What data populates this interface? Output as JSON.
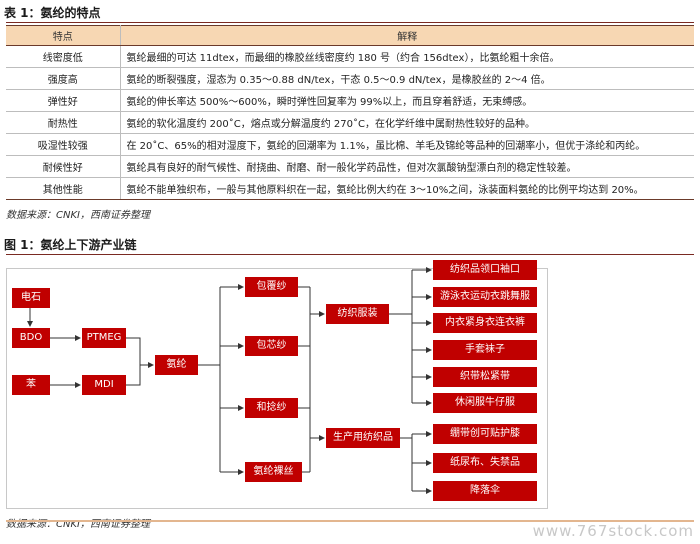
{
  "table": {
    "caption": "表 1：氨纶的特点",
    "headers": [
      "特点",
      "解释"
    ],
    "rows": [
      {
        "k": "线密度低",
        "v": "氨纶最细的可达 11dtex，而最细的橡胶丝线密度约 180 号（约合 156dtex），比氨纶粗十余倍。"
      },
      {
        "k": "强度高",
        "v": "氨纶的断裂强度，湿态为 0.35～0.88 dN/tex，干态 0.5～0.9 dN/tex，是橡胶丝的  2～4 倍。"
      },
      {
        "k": "弹性好",
        "v": "氨纶的伸长率达  500%～600%，瞬时弹性回复率为 99%以上，而且穿着舒适，无束缚感。"
      },
      {
        "k": "耐热性",
        "v": "氨纶的软化温度约 200˚C，熔点或分解温度约 270˚C，在化学纤维中属耐热性较好的品种。"
      },
      {
        "k": "吸湿性较强",
        "v": "在 20˚C、65%的相对湿度下，氨纶的回潮率为 1.1%，虽比棉、羊毛及锦纶等品种的回潮率小，但优于涤纶和丙纶。"
      },
      {
        "k": "耐候性好",
        "v": "氨纶具有良好的耐气候性、耐挠曲、耐磨、耐一般化学药品性，但对次氯酸钠型漂白剂的稳定性较差。"
      },
      {
        "k": "其他性能",
        "v": "氨纶不能单独织布，一般与其他原料织在一起，氨纶比例大约在 3～10%之间，泳装面料氨纶的比例平均达到  20%。"
      }
    ],
    "source": "数据来源：CNKI，西南证券整理"
  },
  "figure": {
    "caption": "图 1：氨纶上下游产业链",
    "source": "数据来源：CNKI，西南证券整理",
    "nodes": {
      "diansh": "电石",
      "bdo": "BDO",
      "ben": "苯",
      "ptmeg": "PTMEG",
      "mdi": "MDI",
      "anlun": "氨纶",
      "baofu": "包覆纱",
      "baoxin": "包芯纱",
      "heniansha": "和捻纱",
      "luosi": "氨纶裸丝",
      "fangzhi": "纺织服装",
      "shengchan": "生产用纺织品",
      "app1": "纺织品领口袖口",
      "app2": "游泳衣运动衣跳舞服",
      "app3": "内衣紧身衣连衣裤",
      "app4": "手套袜子",
      "app5": "织带松紧带",
      "app6": "休闲服牛仔服",
      "ind1": "绷带创可贴护膝",
      "ind2": "纸尿布、失禁品",
      "ind3": "降落伞"
    },
    "colors": {
      "box": "#c00000",
      "header": "#f7d7b3",
      "rule": "#6b3a2a"
    }
  },
  "watermark": "www.767stock.com"
}
